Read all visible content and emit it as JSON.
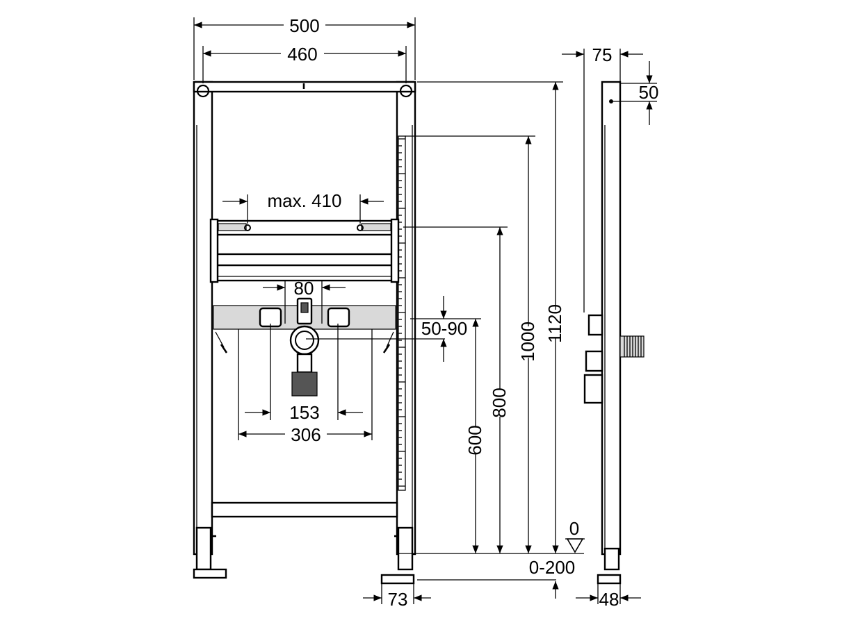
{
  "dimensions": {
    "width_outer": "500",
    "width_inner": "460",
    "max_span": "max. 410",
    "gap_80": "80",
    "range_50_90": "50-90",
    "spacing_153": "153",
    "spacing_306": "306",
    "height_1120": "1120",
    "height_1000": "1000",
    "height_800": "800",
    "height_600": "600",
    "zero_level": "0",
    "floor_range": "0-200",
    "foot_73": "73",
    "depth_75": "75",
    "side_50": "50",
    "foot_48": "48"
  }
}
